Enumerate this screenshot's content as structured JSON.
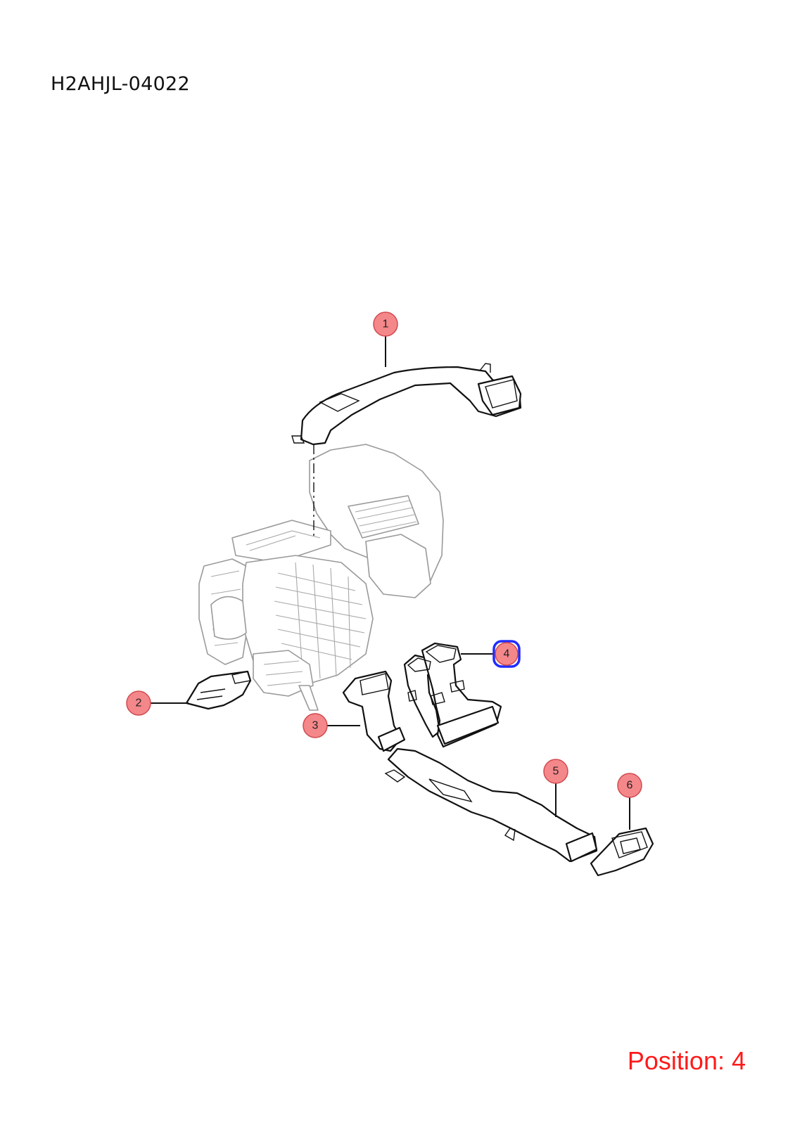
{
  "diagram": {
    "code": "H2AHJL-04022",
    "position_label": "Position: 4",
    "selected_callout": "4"
  },
  "callouts": [
    {
      "id": "1",
      "label": "1"
    },
    {
      "id": "2",
      "label": "2"
    },
    {
      "id": "3",
      "label": "3"
    },
    {
      "id": "4",
      "label": "4"
    },
    {
      "id": "5",
      "label": "5"
    },
    {
      "id": "6",
      "label": "6"
    }
  ],
  "colors": {
    "callout_fill": "#f4878a",
    "highlight": "#1f2cff",
    "position_text": "#ff1a1a"
  }
}
